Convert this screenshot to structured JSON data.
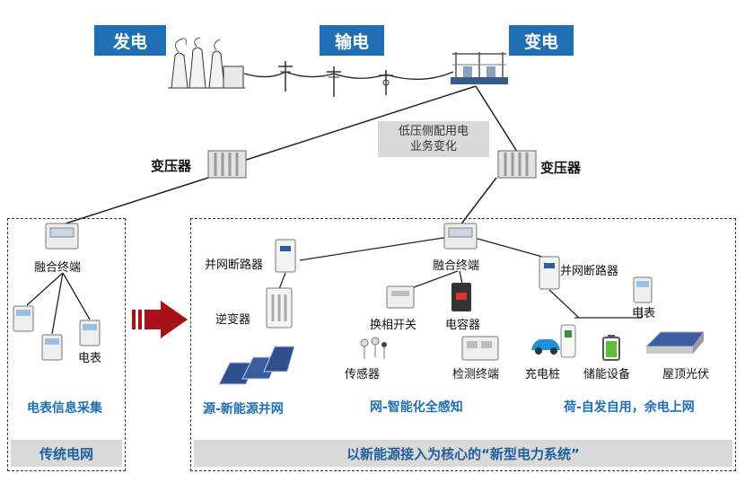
{
  "headers": {
    "generation": "发电",
    "transmission": "输电",
    "substation": "变电"
  },
  "note": {
    "line1": "低压侧配用电",
    "line2": "业务变化"
  },
  "transformers": {
    "left": "变压器",
    "right": "变压器"
  },
  "traditional": {
    "terminal": "融合终端",
    "meter": "电表",
    "caption": "电表信息采集",
    "footer": "传统电网"
  },
  "new_system": {
    "terminal": "融合终端",
    "left_breaker": "并网断路器",
    "inverter": "逆变器",
    "caption_source": "源-新能源并网",
    "switch": "换相开关",
    "capacitor": "电容器",
    "sensor": "传感器",
    "monitor_terminal": "检测终端",
    "caption_grid": "网-智能化全感知",
    "right_breaker": "并网断路器",
    "meter": "电表",
    "charger": "充电桩",
    "storage": "储能设备",
    "rooftop_pv": "屋顶光伏",
    "caption_load": "荷-自发自用，余电上网",
    "footer": "以新能源接入为核心的“新型电力系统”"
  },
  "colors": {
    "header_blue": "#1f6fb2",
    "arrow_red": "#a8111a",
    "panel_gray": "#d9d9d9"
  }
}
